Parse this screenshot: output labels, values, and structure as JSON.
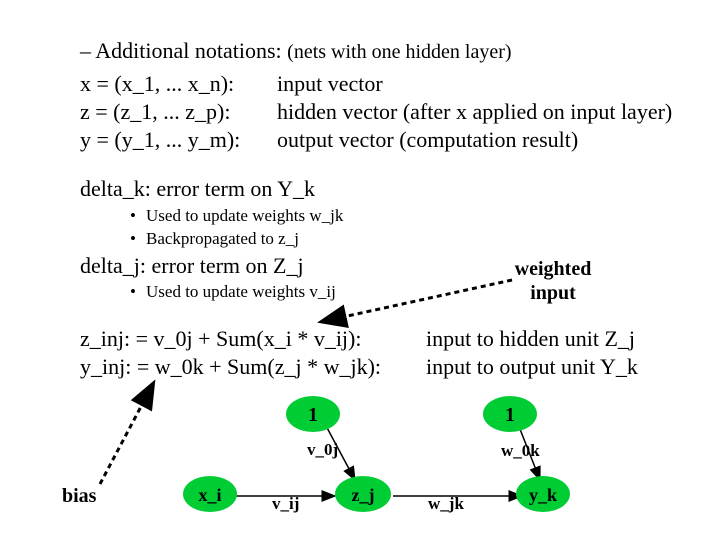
{
  "notations": {
    "heading_main": "– Additional notations: ",
    "heading_note": "(nets with one hidden layer)",
    "rows": [
      {
        "sym": "x = (x_1, ... x_n):",
        "desc": "input vector"
      },
      {
        "sym": "z = (z_1, ... z_p):",
        "desc": "hidden vector (after x applied on input layer)"
      },
      {
        "sym": "y = (y_1, ... y_m):",
        "desc": "output vector (computation result)"
      }
    ]
  },
  "delta_k": {
    "label": "delta_k:  error term on Y_k",
    "bullets": [
      "Used to update weights w_jk",
      "Backpropagated to z_j"
    ]
  },
  "delta_j": {
    "label": "delta_j:  error term on Z_j",
    "bullets": [
      "Used to update weights v_ij"
    ]
  },
  "weighted_input": {
    "line1": "weighted",
    "line2": "input"
  },
  "equations": [
    {
      "lhs": "z_inj: = v_0j + Sum(x_i * v_ij):",
      "rhs": "input to hidden unit Z_j"
    },
    {
      "lhs": "y_inj: = w_0k + Sum(z_j * w_jk):",
      "rhs": "input to output unit Y_k"
    }
  ],
  "diagram": {
    "bias": "bias",
    "bias_node_1": "1",
    "bias_node_2": "1",
    "v_0j": "v_0j",
    "w_0k": "w_0k",
    "x_i": "x_i",
    "v_ij": "v_ij",
    "z_j": "z_j",
    "w_jk": "w_jk",
    "y_k": "y_k",
    "node_color": "#00cc33"
  }
}
